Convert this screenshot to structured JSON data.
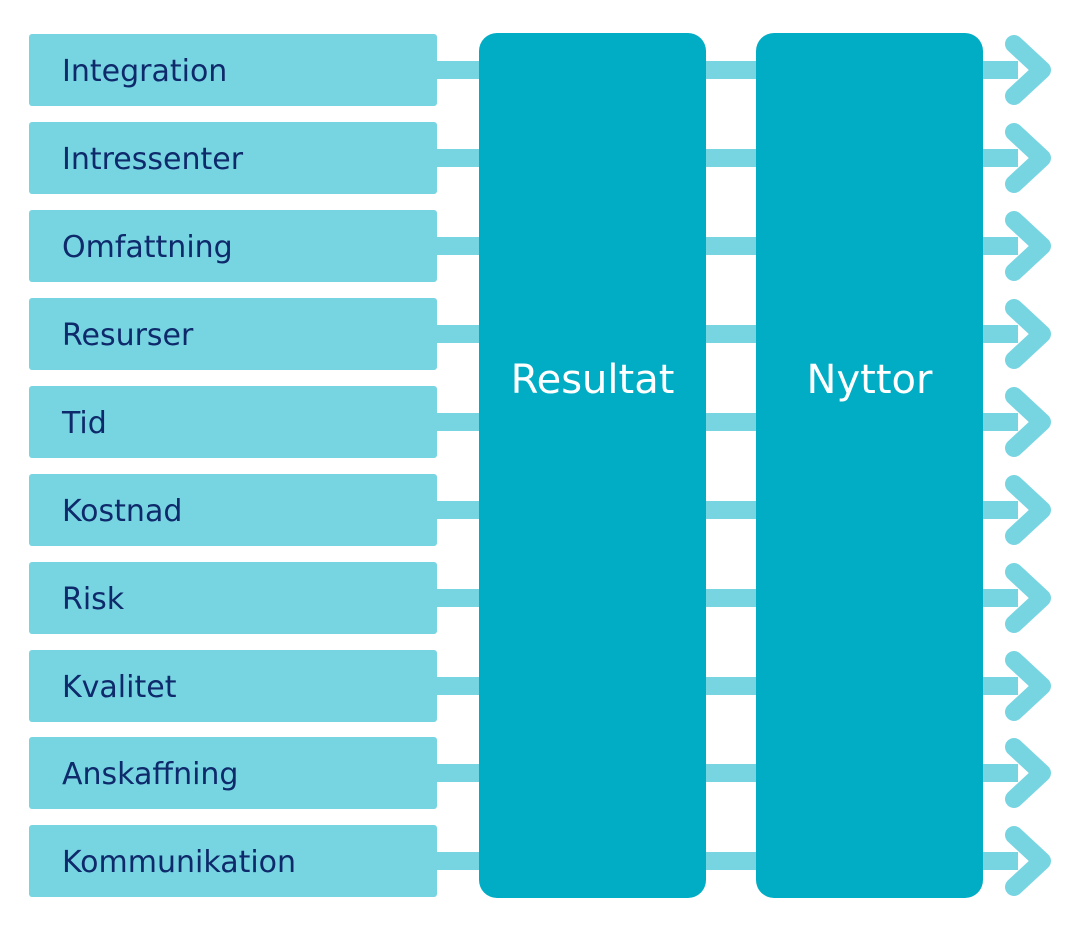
{
  "colors": {
    "box_light": "#77d5e2",
    "box_dark": "#00adc5",
    "connector": "#77d5e2",
    "label_dark": "#0e2a6b",
    "label_light": "#ffffff"
  },
  "inputs": [
    {
      "label": "Integration"
    },
    {
      "label": "Intressenter"
    },
    {
      "label": "Omfattning"
    },
    {
      "label": "Resurser"
    },
    {
      "label": "Tid"
    },
    {
      "label": "Kostnad"
    },
    {
      "label": "Risk"
    },
    {
      "label": "Kvalitet"
    },
    {
      "label": "Anskaffning"
    },
    {
      "label": "Kommunikation"
    }
  ],
  "stages": [
    {
      "label": "Resultat"
    },
    {
      "label": "Nyttor"
    }
  ]
}
